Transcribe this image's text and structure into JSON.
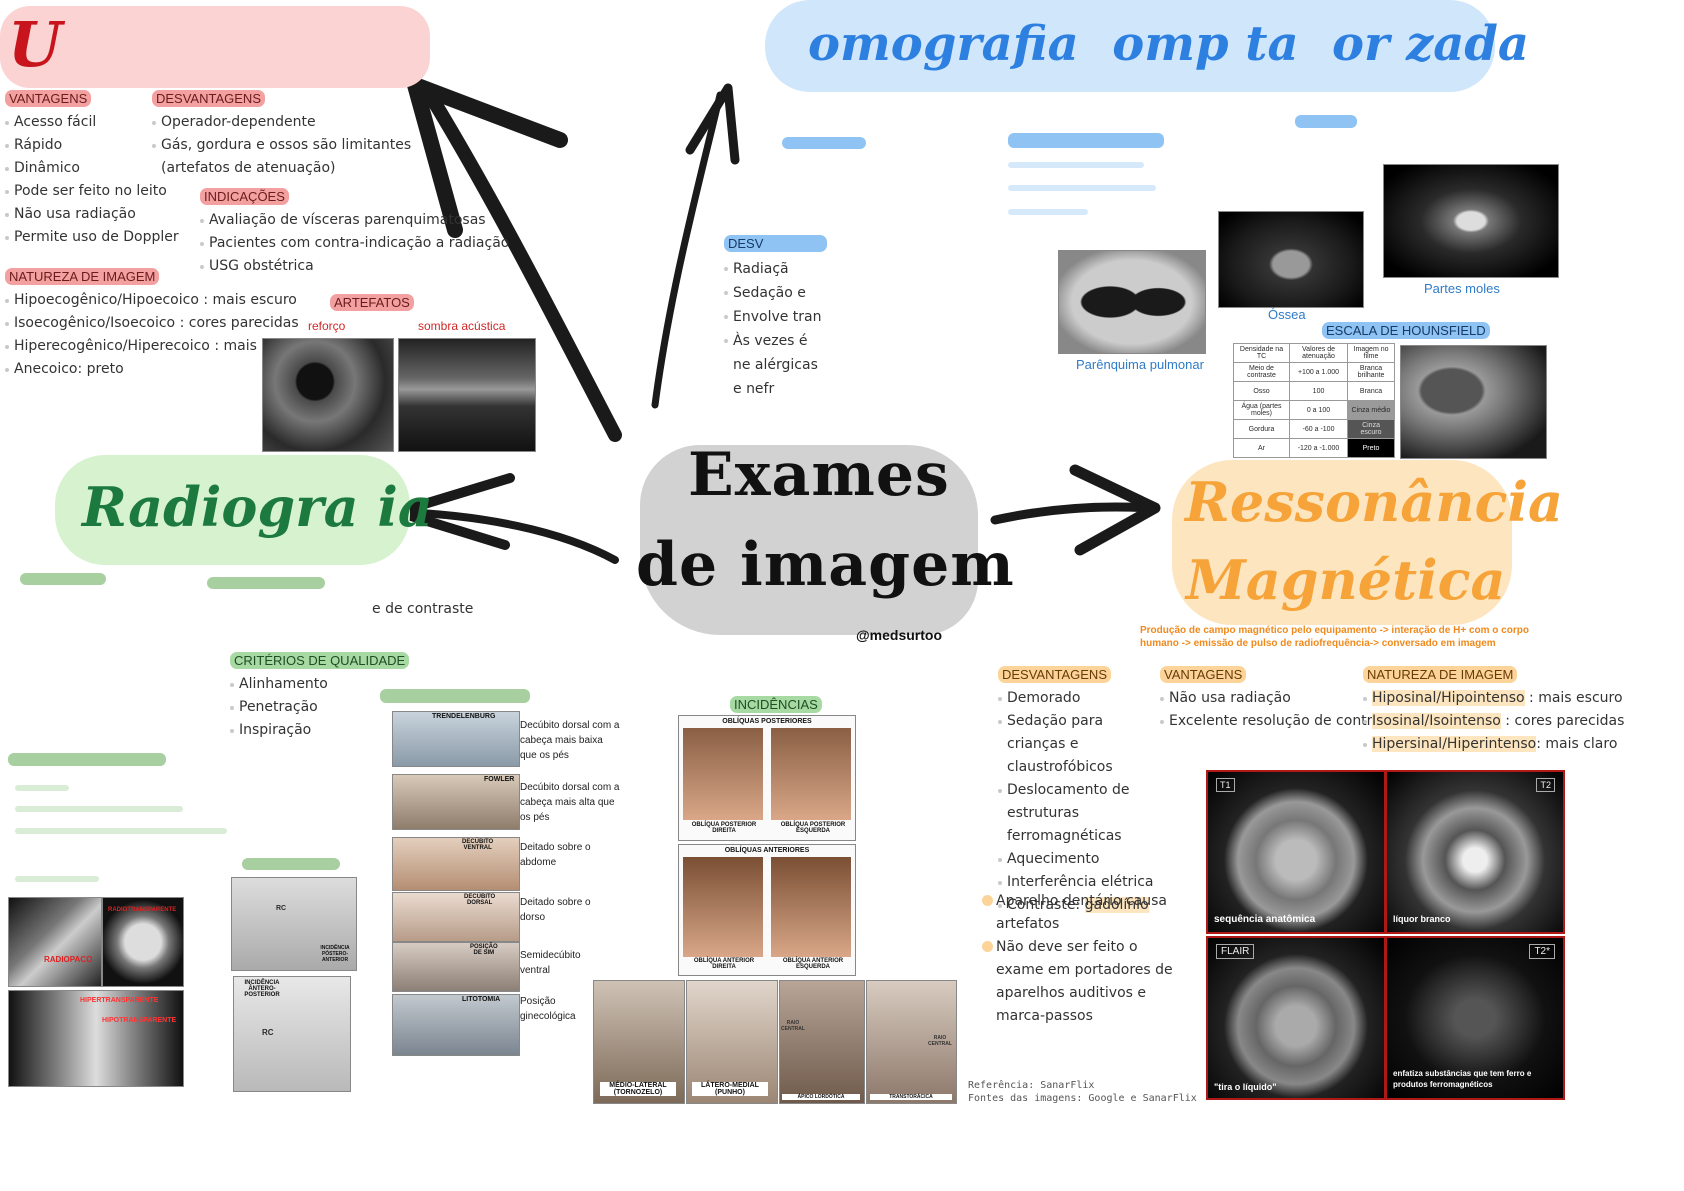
{
  "center": {
    "title_line1": "Exames",
    "title_line2": "de imagem",
    "handle": "@medsurtoo"
  },
  "usg": {
    "title": "U",
    "vantagens": {
      "label": "VANTAGENS",
      "items": [
        "Acesso fácil",
        "Rápido",
        "Dinâmico",
        "Pode ser feito no leito",
        "Não usa radiação",
        "Permite uso de Doppler"
      ]
    },
    "desvantagens": {
      "label": "DESVANTAGENS",
      "items": [
        "Operador-dependente",
        "Gás, gordura e ossos são limitantes (artefatos de atenuação)"
      ]
    },
    "indicacoes": {
      "label": "INDICAÇÕES",
      "items": [
        "Avaliação de vísceras parenquimatosas",
        "Pacientes com contra-indicação a radiação",
        "USG obstétrica"
      ]
    },
    "natureza": {
      "label": "NATUREZA DE IMAGEM",
      "items": [
        "Hipoecogênico/Hipoecoico : mais escuro",
        "Isoecogênico/Isoecoico : cores parecidas",
        "Hiperecogênico/Hiperecoico : mais branco",
        "Anecoico: preto"
      ]
    },
    "artefatos": {
      "label": "ARTEFATOS",
      "reforco": "reforço",
      "sombra": "sombra acústica"
    }
  },
  "tc": {
    "title": "omografia  omp ta  or zada",
    "desv": {
      "label": "DESV",
      "items": [
        "Radiaçã",
        "Sedação e",
        "Envolve tran",
        "Às vezes é ne alérgicas e nefr"
      ]
    },
    "captions": {
      "parenquima": "Parênquima pulmonar",
      "ossea": "Óssea",
      "partes_moles": "Partes moles"
    },
    "hounsfield": {
      "label": "ESCALA DE HOUNSFIELD",
      "headers": [
        "Densidade na TC",
        "Valores de atenuação",
        "Imagem no filme"
      ],
      "rows": [
        [
          "Meio de contraste",
          "+100 a 1.000",
          "Branca brilhante"
        ],
        [
          "Osso",
          "100",
          "Branca"
        ],
        [
          "Água (partes moles)",
          "0 a 100",
          "Cinza médio"
        ],
        [
          "Gordura",
          "-60 a -100",
          "Cinza escuro"
        ],
        [
          "Ar",
          "-120 a -1.000",
          "Preto"
        ]
      ]
    }
  },
  "rx": {
    "title": "Radiogra ia",
    "contraste_text": "e de contraste",
    "criterios": {
      "label": "CRITÉRIOS DE QUALIDADE",
      "items": [
        "Alinhamento",
        "Penetração",
        "Inspiração"
      ]
    },
    "positions": [
      {
        "label": "TRENDELENBURG",
        "desc": "Decúbito dorsal com a cabeça mais baixa que os pés"
      },
      {
        "label": "FOWLER",
        "desc": "Decúbito dorsal com a cabeça mais alta que os pés"
      },
      {
        "label": "DECÚBITO VENTRAL",
        "desc": "Deitado sobre o abdome"
      },
      {
        "label": "DECÚBITO DORSAL",
        "desc": "Deitado sobre o dorso"
      },
      {
        "label": "POSIÇÃO DE SIM",
        "desc": "Semidecúbito ventral"
      },
      {
        "label": "LITOTOMIA",
        "desc": "Posição ginecológica"
      }
    ],
    "incidencias": {
      "label": "INCIDÊNCIAS",
      "obliquas_posteriores": "OBLÍQUAS POSTERIORES",
      "op_direita": "OBLÍQUA POSTERIOR DIREITA",
      "op_esquerda": "OBLÍQUA POSTERIOR ESQUERDA",
      "obliquas_anteriores": "OBLÍQUAS ANTERIORES",
      "oa_direita": "OBLÍQUA ANTERIOR DIREITA",
      "oa_esquerda": "OBLÍQUA ANTERIOR ESQUERDA",
      "medio_lateral": "MÉDIO-LATERAL (TORNOZELO)",
      "latero_medial": "LÁTERO-MEDIAL (PUNHO)",
      "apico": "ÁPICO LORDÓTICA",
      "transtoracica": "TRANSTORÁCICA",
      "raio_central": "RAIO CENTRAL"
    },
    "incidencia_pa": "INCIDÊNCIA PÓSTERO-ANTERIOR",
    "incidencia_ap": "INCIDÊNCIA ÂNTERO-POSTERIOR",
    "rc": "RC",
    "radiopaco": "RADIOPACO",
    "radiotransparente": "RADIOTRANSPARENTE",
    "hipertransparente": "HIPERTRANSPARENTE",
    "hipotransparente": "HIPOTRANSPARENTE"
  },
  "rm": {
    "title_line1": "Ressonância",
    "title_line2": "Magnética",
    "subtitle_line1": "Produção de campo magnético pelo equipamento -> interação de H+ com o corpo",
    "subtitle_line2": "humano -> emissão de pulso de radiofrequência-> conversado em imagem",
    "desvantagens": {
      "label": "DESVANTAGENS",
      "items": [
        "Demorado",
        "Sedação para crianças e claustrofóbicos",
        "Deslocamento de estruturas ferromagnéticas",
        "Aquecimento",
        "Interferência elétrica"
      ],
      "contraste_label": "Contraste:",
      "contraste_value": "gadolínio"
    },
    "vantagens": {
      "label": "VANTAGENS",
      "items": [
        "Não usa radiação",
        "Excelente resolução de contraste"
      ]
    },
    "natureza": {
      "label": "NATUREZA DE IMAGEM",
      "items": [
        {
          "term": "Hiposinal/Hipointenso",
          "desc": " : mais escuro"
        },
        {
          "term": "Isosinal/Isointenso",
          "desc": " : cores parecidas"
        },
        {
          "term": "Hipersinal/Hiperintenso",
          "desc": ": mais claro"
        }
      ]
    },
    "notes": [
      "Aparelho dentário causa artefatos",
      "Não deve ser feito o exame em portadores de aparelhos auditivos e marca-passos"
    ],
    "panels": [
      {
        "tag": "T1",
        "caption": "sequência anatômica"
      },
      {
        "tag": "T2",
        "caption": "líquor branco"
      },
      {
        "tag": "FLAIR",
        "caption": "\"tira o líquido\""
      },
      {
        "tag": "T2*",
        "caption": "enfatiza substâncias que tem ferro e produtos ferromagnéticos"
      }
    ]
  },
  "footer": {
    "ref": "Referência: SanarFlix",
    "sources": "Fontes das imagens: Google e SanarFlix"
  },
  "colors": {
    "red": "#f3a0a0",
    "green": "#a7d9a2",
    "blue": "#8fc3f3",
    "orange": "#fcd49a",
    "tc_title": "#2d7fe0",
    "rm_title": "#f6a43a",
    "rx_title": "#1d7a3e"
  }
}
